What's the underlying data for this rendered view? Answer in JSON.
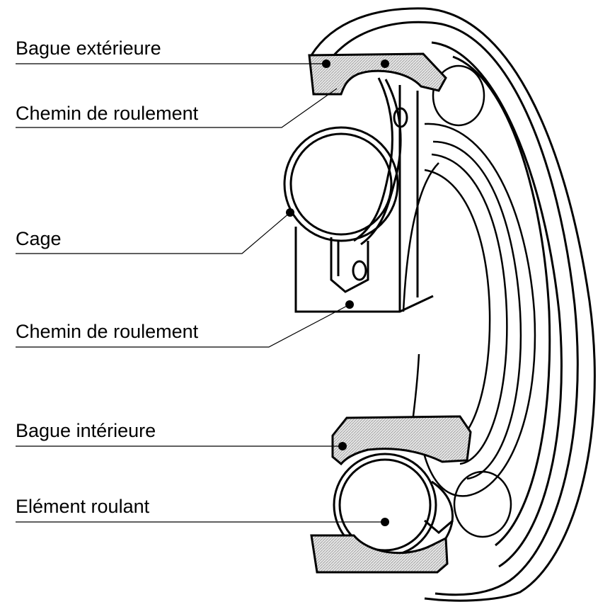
{
  "labels": {
    "outer_ring": "Bague extérieure",
    "raceway_top": "Chemin de roulement",
    "cage": "Cage",
    "raceway_bottom": "Chemin de roulement",
    "inner_ring": "Bague intérieure",
    "rolling_element": "Elément roulant"
  },
  "colors": {
    "line": "#000000",
    "background": "#ffffff",
    "section_hatch": "#d8d8d8"
  }
}
